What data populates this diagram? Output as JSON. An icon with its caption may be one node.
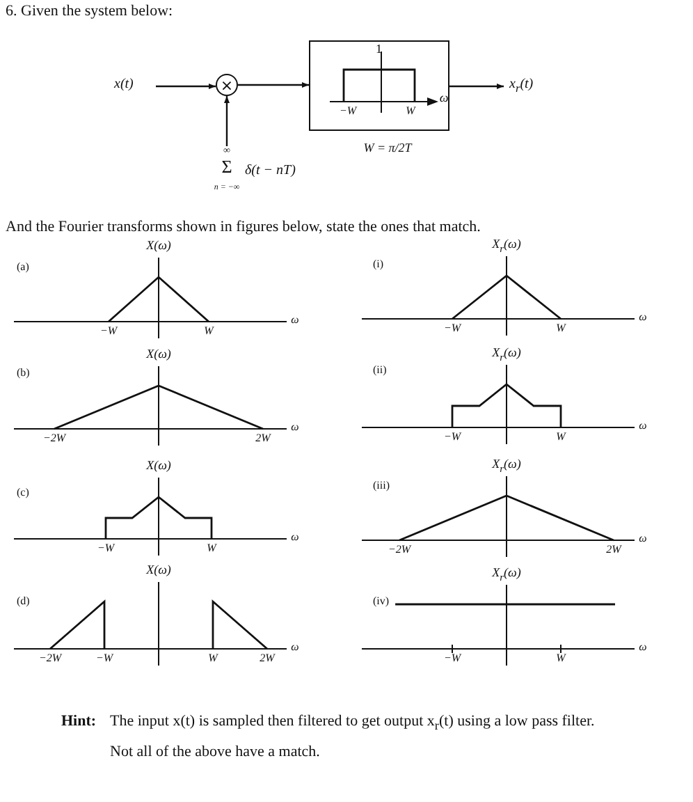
{
  "diagram": {
    "title": "6. Given the system below:",
    "nodes": [
      {
        "text": [
          "x(t)"
        ]
      },
      {
        "text": [
          "×"
        ]
      },
      {
        "text": [
          "1",
          "−W",
          "W",
          "ω"
        ],
        "beside": [
          "W = π/2T"
        ]
      },
      {
        "text": [
          "x$_{r}$(t)"
        ]
      },
      {
        "text": [
          "∞",
          "Σ",
          "n = −∞",
          "δ(t − nT)"
        ]
      }
    ],
    "edges": [
      {
        "from": 0,
        "to": 1,
        "arrow": "to"
      },
      {
        "from": 1,
        "to": 2,
        "arrow": "to"
      },
      {
        "from": 2,
        "to": 3,
        "arrow": "to"
      },
      {
        "from": 4,
        "to": 1,
        "arrow": "to"
      }
    ],
    "labels": [
      "And the Fourier transforms shown in figures below, state the ones that match.",
      "X(ω)",
      "(a)",
      "−W",
      "W",
      "ω",
      "X$_{r}$(ω)",
      "(i)",
      "−W",
      "W",
      "ω",
      "X(ω)",
      "(b)",
      "−2W",
      "2W",
      "ω",
      "X$_{r}$(ω)",
      "(ii)",
      "−W",
      "W",
      "ω",
      "X(ω)",
      "(c)",
      "−W",
      "W",
      "ω",
      "X$_{r}$(ω)",
      "(iii)",
      "−2W",
      "2W",
      "ω",
      "X(ω)",
      "(d)",
      "−2W",
      "−W",
      "W",
      "2W",
      "ω",
      "X$_{r}$(ω)",
      "(iv)",
      "−W",
      "W",
      "ω",
      "Hint:",
      "The input x(t) is sampled then filtered to get output x$_{r}$(t) using a low pass filter.",
      "Not all of the above have a match."
    ]
  }
}
